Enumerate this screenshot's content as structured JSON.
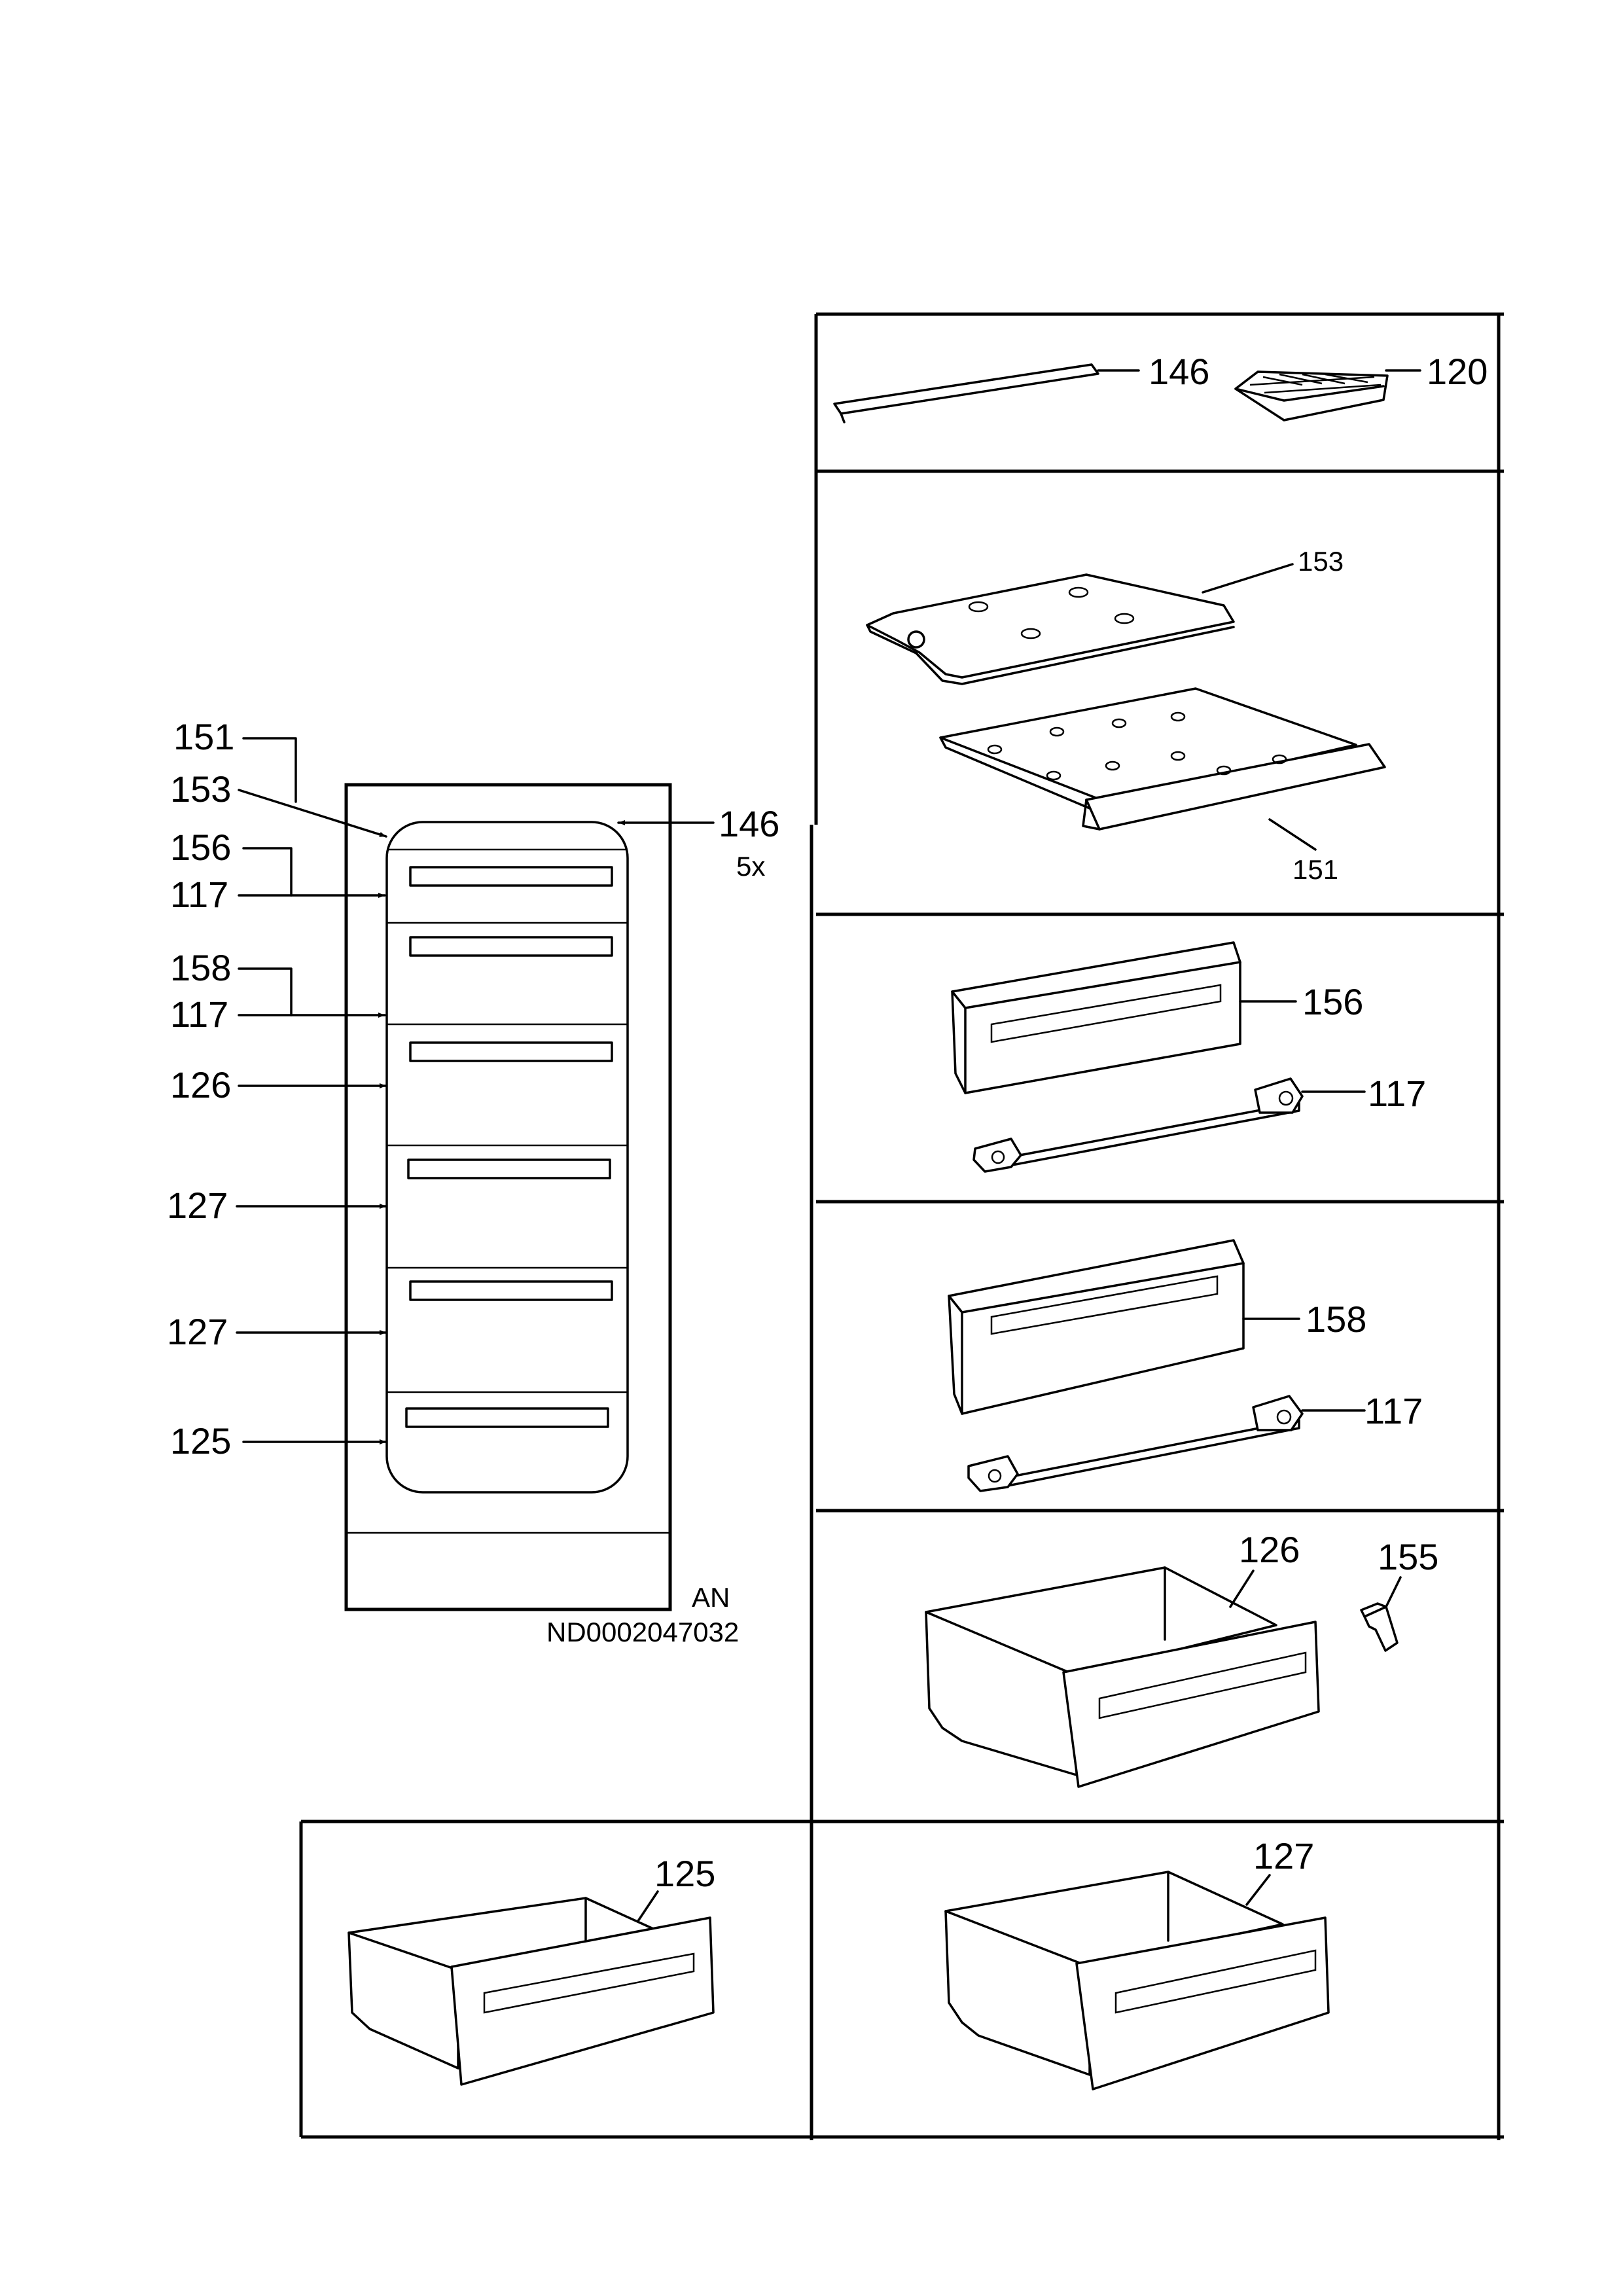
{
  "labels": {
    "l151": "151",
    "l153": "153",
    "l146": "146",
    "l5x": "5x",
    "l156": "156",
    "l117a": "117",
    "l158": "158",
    "l117b": "117",
    "l126": "126",
    "l127a": "127",
    "l127b": "127",
    "l125": "125",
    "an": "AN",
    "code": "ND0002047032"
  },
  "panels": {
    "p1": {
      "a": "146",
      "b": "120"
    },
    "p2": {
      "a": "153",
      "b": "151"
    },
    "p3": {
      "a": "156",
      "b": "117"
    },
    "p4": {
      "a": "158",
      "b": "117"
    },
    "p5": {
      "a": "126",
      "b": "155"
    },
    "p6": {
      "a": "125"
    },
    "p7": {
      "a": "127"
    }
  }
}
